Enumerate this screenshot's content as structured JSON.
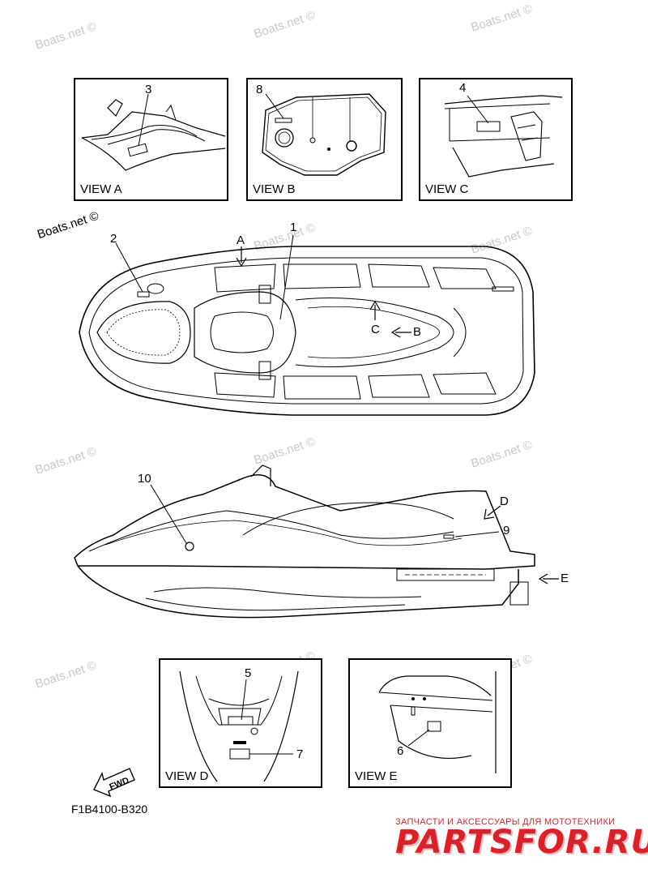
{
  "watermark": "Boats.net ©",
  "boats_label": "Boats.net ©",
  "views": {
    "a": "VIEW A",
    "b": "VIEW B",
    "c": "VIEW C",
    "d": "VIEW D",
    "e": "VIEW E"
  },
  "callouts": {
    "n1": "1",
    "n2": "2",
    "n3": "3",
    "n4": "4",
    "n5": "5",
    "n6": "6",
    "n7": "7",
    "n8": "8",
    "n9": "9",
    "n10": "10"
  },
  "arrows": {
    "a": "A",
    "b": "B",
    "c": "C",
    "d": "D",
    "e": "E"
  },
  "fwd": "FWD",
  "part_code": "F1B4100-B320",
  "promo": {
    "tagline": "ЗАПЧАСТИ И АКСЕССУАРЫ ДЛЯ МОТОТЕХНИКИ",
    "logo": "PARTSFOR.RU"
  }
}
